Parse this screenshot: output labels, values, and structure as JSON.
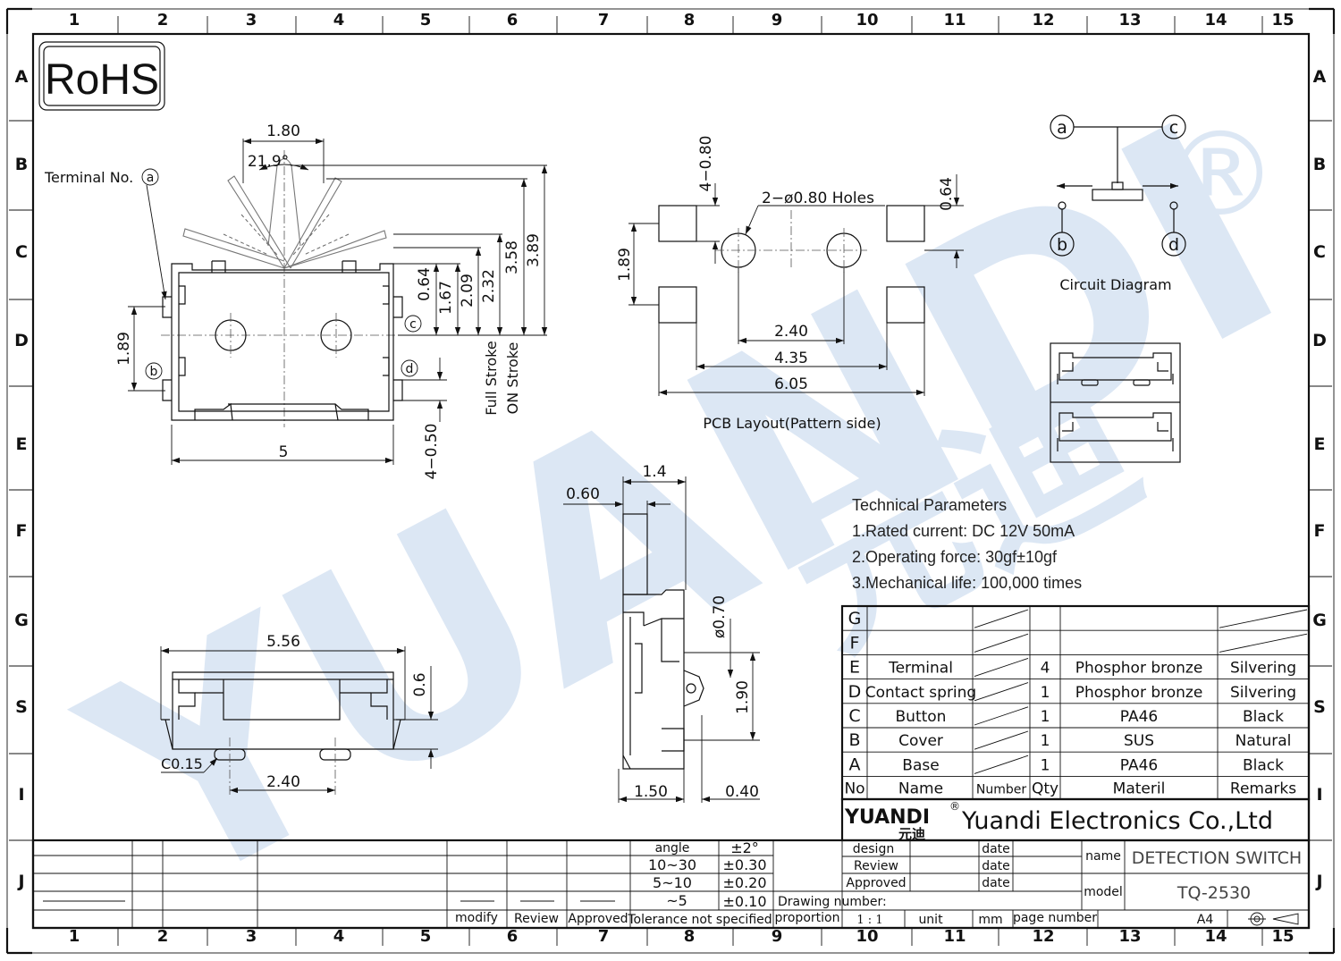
{
  "grid": {
    "columns": [
      "1",
      "2",
      "3",
      "4",
      "5",
      "6",
      "7",
      "8",
      "9",
      "10",
      "11",
      "12",
      "13",
      "14",
      "15"
    ],
    "rows": [
      "A",
      "B",
      "C",
      "D",
      "E",
      "F",
      "G",
      "S",
      "I",
      "J"
    ]
  },
  "rohs": "RoHS",
  "watermark": {
    "text": "YUANDI",
    "cn": "元迪",
    "reg": "®"
  },
  "top_view": {
    "terminal_label": "Terminal  No.",
    "terminal_a": "a",
    "terminal_b": "b",
    "terminal_c": "c",
    "terminal_d": "d",
    "dim_width_top": "1.80",
    "dim_angle": "21.9°",
    "dim_064": "0.64",
    "dim_167": "1.67",
    "dim_209": "2.09",
    "dim_232": "2.32",
    "dim_358": "3.58",
    "dim_389": "3.89",
    "full_stroke": "Full Stroke",
    "on_stroke": "ON Stroke",
    "dim_189": "1.89",
    "dim_5": "5",
    "dim_4_050": "4−0.50"
  },
  "pcb": {
    "dim_4_080": "4−0.80",
    "holes": "2−ø0.80  Holes",
    "dim_064": "0.64",
    "dim_189": "1.89",
    "dim_240": "2.40",
    "dim_435": "4.35",
    "dim_605": "6.05",
    "title": "PCB Layout(Pattern side)"
  },
  "circuit": {
    "a": "a",
    "b": "b",
    "c": "c",
    "d": "d",
    "title": "Circuit  Diagram"
  },
  "side_view": {
    "dim_14": "1.4",
    "dim_060": "0.60",
    "dim_070": "ø0.70",
    "dim_190": "1.90",
    "dim_150": "1.50",
    "dim_040": "0.40"
  },
  "front_view": {
    "dim_556": "5.56",
    "dim_06": "0.6",
    "dim_c015": "C0.15",
    "dim_240": "2.40"
  },
  "tech": {
    "title": "Technical Parameters",
    "p1": "1.Rated current: DC 12V 50mA",
    "p2": "2.Operating force: 30gf±10gf",
    "p3": "3.Mechanical life: 100,000 times"
  },
  "bom": {
    "rows": [
      {
        "no": "G",
        "name": "",
        "number": "",
        "qty": "",
        "material": "",
        "remarks": ""
      },
      {
        "no": "F",
        "name": "",
        "number": "",
        "qty": "",
        "material": "",
        "remarks": ""
      },
      {
        "no": "E",
        "name": "Terminal",
        "number": "",
        "qty": "4",
        "material": "Phosphor bronze",
        "remarks": "Silvering"
      },
      {
        "no": "D",
        "name": "Contact spring",
        "number": "",
        "qty": "1",
        "material": "Phosphor bronze",
        "remarks": "Silvering"
      },
      {
        "no": "C",
        "name": "Button",
        "number": "",
        "qty": "1",
        "material": "PA46",
        "remarks": "Black"
      },
      {
        "no": "B",
        "name": "Cover",
        "number": "",
        "qty": "1",
        "material": "SUS",
        "remarks": "Natural"
      },
      {
        "no": "A",
        "name": "Base",
        "number": "",
        "qty": "1",
        "material": "PA46",
        "remarks": "Black"
      }
    ],
    "header": {
      "no": "No",
      "name": "Name",
      "number": "Number",
      "qty": "Qty",
      "material": "Materil",
      "remarks": "Remarks"
    }
  },
  "company": {
    "logo": "YUANDI",
    "logo_cn": "元迪",
    "reg": "®",
    "name": "Yuandi Electronics Co.,Ltd"
  },
  "title_block": {
    "design": "design",
    "review": "Review",
    "approved": "Approved",
    "date": "date",
    "name_label": "name",
    "name_value": "DETECTION SWITCH",
    "model_label": "model",
    "model_value": "TQ-2530",
    "drawing_number": "Drawing number:",
    "proportion": "proportion",
    "scale": "1 : 1",
    "unit": "unit",
    "mm": "mm",
    "page_number": "page number",
    "size": "A4"
  },
  "tolerance": {
    "angle": "angle",
    "angle_tol": "±2°",
    "r1": "10~30",
    "r1_tol": "±0.30",
    "r2": "5~10",
    "r2_tol": "±0.20",
    "r3": "~5",
    "r3_tol": "±0.10",
    "caption": "Tolerance not specified"
  },
  "revision": {
    "modify": "modify",
    "review": "Review",
    "approved": "Approved"
  }
}
